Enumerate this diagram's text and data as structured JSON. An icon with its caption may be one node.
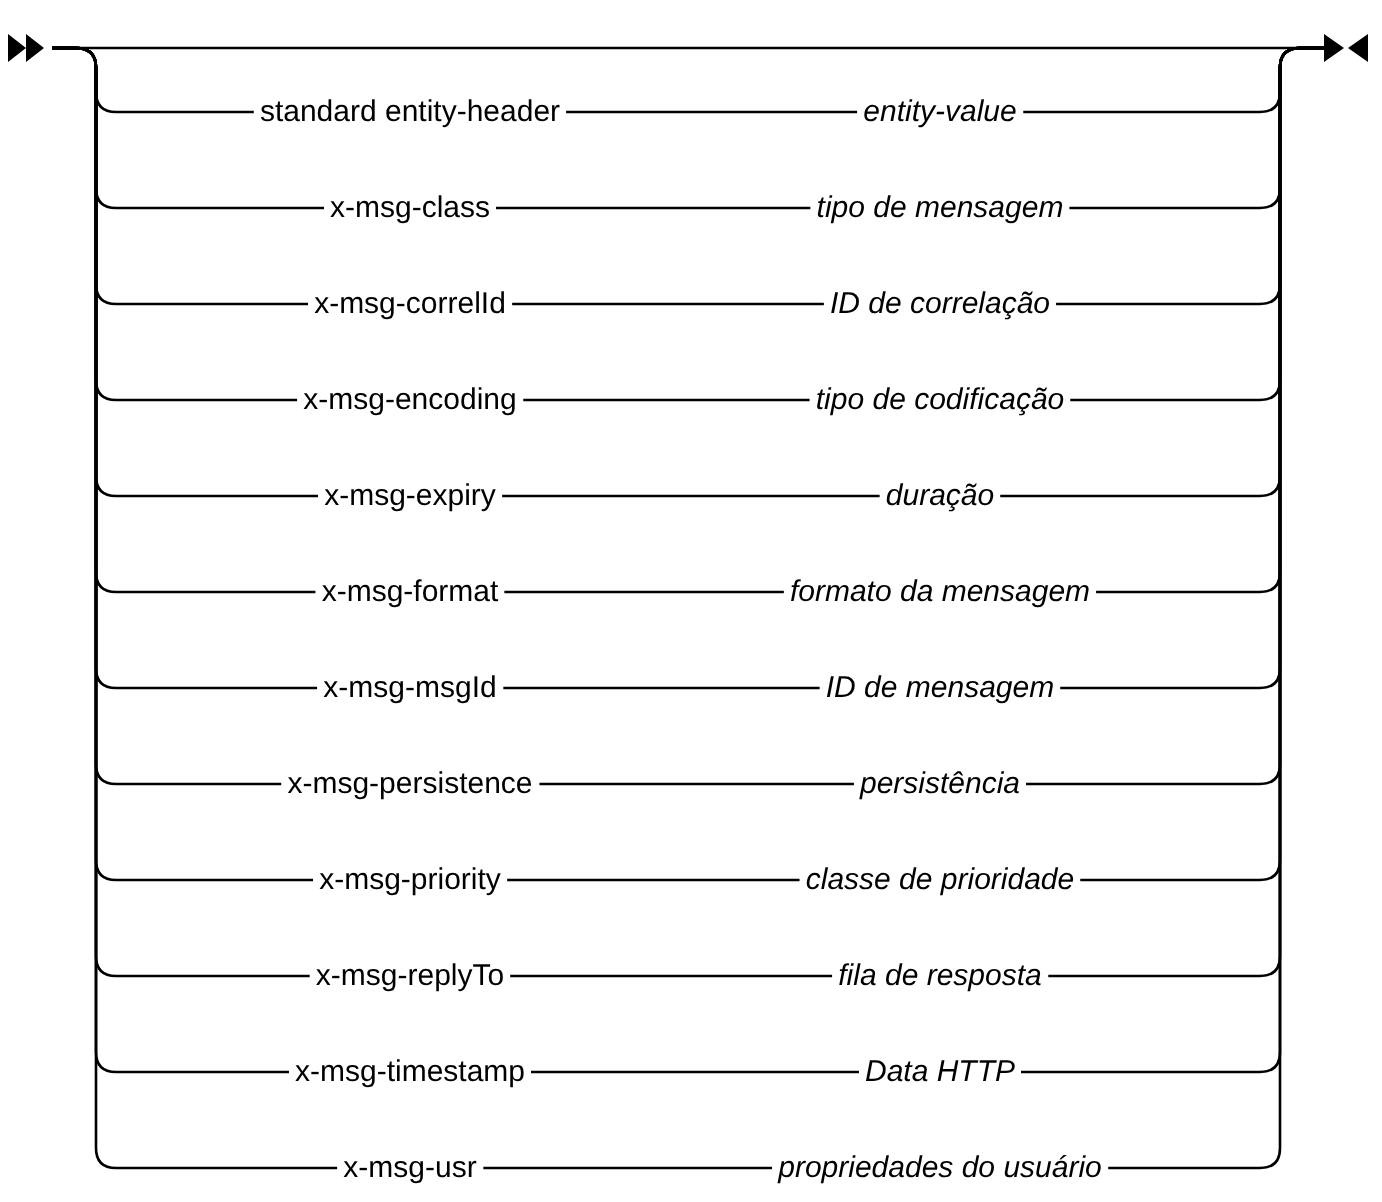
{
  "diagram": {
    "nodes": [
      {
        "text": [],
        "shape": "arrow"
      },
      {
        "text": [
          "standard entity-header"
        ]
      },
      {
        "text": [
          "entity-value"
        ]
      },
      {
        "text": [
          "x-msg-class"
        ]
      },
      {
        "text": [
          "tipo de mensagem"
        ]
      },
      {
        "text": [
          "x-msg-correlId"
        ]
      },
      {
        "text": [
          "ID de correlação"
        ]
      },
      {
        "text": [
          "x-msg-encoding"
        ]
      },
      {
        "text": [
          "tipo de codificação"
        ]
      },
      {
        "text": [
          "x-msg-expiry"
        ]
      },
      {
        "text": [
          "duração"
        ]
      },
      {
        "text": [
          "x-msg-format"
        ]
      },
      {
        "text": [
          "formato da mensagem"
        ]
      },
      {
        "text": [
          "x-msg-msgId"
        ]
      },
      {
        "text": [
          "ID de mensagem"
        ]
      },
      {
        "text": [
          "x-msg-persistence"
        ]
      },
      {
        "text": [
          "persistência"
        ]
      },
      {
        "text": [
          "x-msg-priority"
        ]
      },
      {
        "text": [
          "classe de prioridade"
        ]
      },
      {
        "text": [
          "x-msg-replyTo"
        ]
      },
      {
        "text": [
          "fila de resposta"
        ]
      },
      {
        "text": [
          "x-msg-timestamp"
        ]
      },
      {
        "text": [
          "Data HTTP"
        ]
      },
      {
        "text": [
          "x-msg-usr"
        ]
      },
      {
        "text": [
          "propriedades do usuário"
        ]
      },
      {
        "text": [],
        "shape": "arrow"
      }
    ],
    "edges": [
      {
        "from": 0,
        "to": 25,
        "arrow": "none"
      },
      {
        "from": 0,
        "to": 1,
        "arrow": "none"
      },
      {
        "from": 1,
        "to": 2,
        "arrow": "none"
      },
      {
        "from": 2,
        "to": 25,
        "arrow": "none"
      },
      {
        "from": 0,
        "to": 3,
        "arrow": "none"
      },
      {
        "from": 3,
        "to": 4,
        "arrow": "none"
      },
      {
        "from": 4,
        "to": 25,
        "arrow": "none"
      },
      {
        "from": 0,
        "to": 5,
        "arrow": "none"
      },
      {
        "from": 5,
        "to": 6,
        "arrow": "none"
      },
      {
        "from": 6,
        "to": 25,
        "arrow": "none"
      },
      {
        "from": 0,
        "to": 7,
        "arrow": "none"
      },
      {
        "from": 7,
        "to": 8,
        "arrow": "none"
      },
      {
        "from": 8,
        "to": 25,
        "arrow": "none"
      },
      {
        "from": 0,
        "to": 9,
        "arrow": "none"
      },
      {
        "from": 9,
        "to": 10,
        "arrow": "none"
      },
      {
        "from": 10,
        "to": 25,
        "arrow": "none"
      },
      {
        "from": 0,
        "to": 11,
        "arrow": "none"
      },
      {
        "from": 11,
        "to": 12,
        "arrow": "none"
      },
      {
        "from": 12,
        "to": 25,
        "arrow": "none"
      },
      {
        "from": 0,
        "to": 13,
        "arrow": "none"
      },
      {
        "from": 13,
        "to": 14,
        "arrow": "none"
      },
      {
        "from": 14,
        "to": 25,
        "arrow": "none"
      },
      {
        "from": 0,
        "to": 15,
        "arrow": "none"
      },
      {
        "from": 15,
        "to": 16,
        "arrow": "none"
      },
      {
        "from": 16,
        "to": 25,
        "arrow": "none"
      },
      {
        "from": 0,
        "to": 17,
        "arrow": "none"
      },
      {
        "from": 17,
        "to": 18,
        "arrow": "none"
      },
      {
        "from": 18,
        "to": 25,
        "arrow": "none"
      },
      {
        "from": 0,
        "to": 19,
        "arrow": "none"
      },
      {
        "from": 19,
        "to": 20,
        "arrow": "none"
      },
      {
        "from": 20,
        "to": 25,
        "arrow": "none"
      },
      {
        "from": 0,
        "to": 21,
        "arrow": "none"
      },
      {
        "from": 21,
        "to": 22,
        "arrow": "none"
      },
      {
        "from": 22,
        "to": 25,
        "arrow": "none"
      },
      {
        "from": 0,
        "to": 23,
        "arrow": "none"
      },
      {
        "from": 23,
        "to": 24,
        "arrow": "none"
      },
      {
        "from": 24,
        "to": 25,
        "arrow": "none"
      }
    ]
  }
}
